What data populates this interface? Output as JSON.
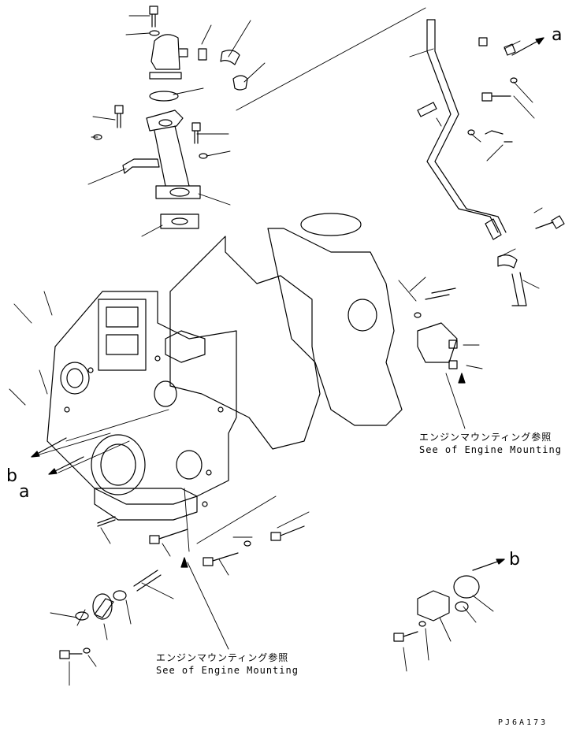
{
  "refs": {
    "a_top": "a",
    "a_left": "a",
    "b_left": "b",
    "b_right": "b"
  },
  "notes": {
    "engine_mount_right_jp": "エンジンマウンティング参照",
    "engine_mount_right_en": "See of Engine Mounting",
    "engine_mount_bottom_jp": "エンジンマウンティング参照",
    "engine_mount_bottom_en": "See of Engine Mounting"
  },
  "drawing_code": "PJ6A173"
}
